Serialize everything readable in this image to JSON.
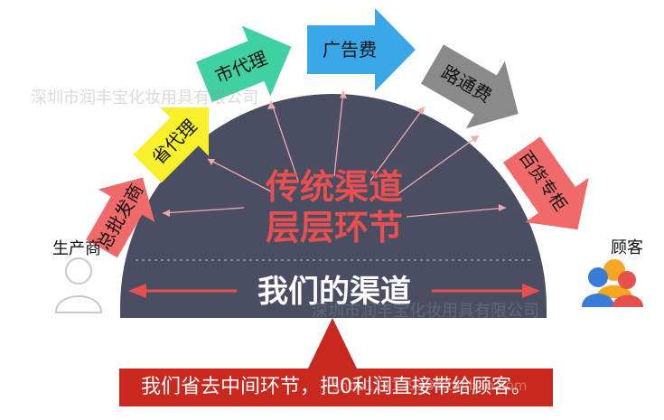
{
  "center": {
    "line1": "传统渠道",
    "line2": "层层环节",
    "channel_label": "我们的渠道"
  },
  "arrows": [
    {
      "label": "总批发商",
      "color": "#f06a6a"
    },
    {
      "label": "省代理",
      "color": "#f7f02a"
    },
    {
      "label": "市代理",
      "color": "#3fd1a3"
    },
    {
      "label": "广告费",
      "color": "#3aa7e8"
    },
    {
      "label": "路通费",
      "color": "#8a8a8a"
    },
    {
      "label": "百货专柜",
      "color": "#f06a6a"
    }
  ],
  "producer_label": "生产商",
  "customer_label": "顾客",
  "banner_text": "我们省去中间环节，把0利润直接带给顾客。",
  "watermarks": [
    "深圳市润丰宝化妆用具有限公司",
    "深圳市润丰宝化妆用具有限公司",
    "shop114139388.taobao.com"
  ],
  "colors": {
    "dome": "#4b4d63",
    "accent_red": "#e8504f",
    "banner": "#c8281e"
  }
}
